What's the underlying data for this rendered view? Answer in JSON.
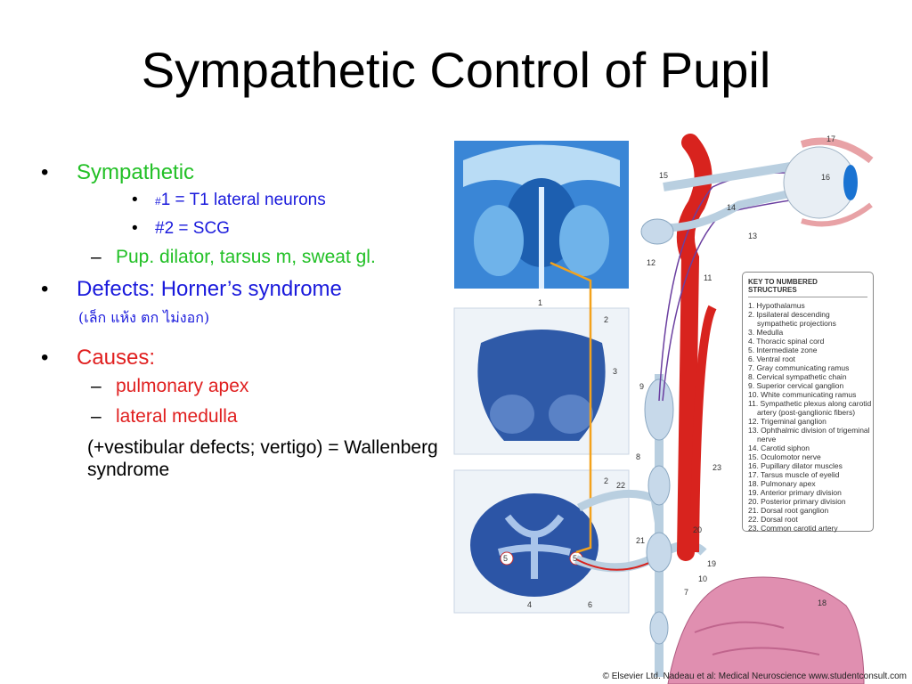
{
  "slide": {
    "title": "Sympathetic Control of Pupil"
  },
  "bullets": {
    "sympathetic": {
      "label": "Sympathetic",
      "sub1_marker": "#",
      "sub1_text": "1 = T1 lateral neurons",
      "sub2_text": "#2 = SCG",
      "dash1": "Pup. dilator, tarsus m, sweat gl."
    },
    "defects": {
      "label": "Defects: Horner’s syndrome",
      "thai_note": "(เล็ก แห้ง ตก ไม่งอก)"
    },
    "causes": {
      "label": "Causes:",
      "dash1": "pulmonary apex",
      "dash2": "lateral medulla",
      "note": "(+vestibular defects; vertigo) = Wallenberg syndrome"
    },
    "dot_glyph": "•",
    "dash_glyph": "–"
  },
  "figure": {
    "key_title": "KEY TO NUMBERED STRUCTURES",
    "key_items": [
      "1. Hypothalamus",
      "2. Ipsilateral descending",
      "   sympathetic projections",
      "3. Medulla",
      "4. Thoracic spinal cord",
      "5. Intermediate zone",
      "6. Ventral root",
      "7. Gray communicating ramus",
      "8. Cervical sympathetic chain",
      "9. Superior cervical ganglion",
      "10. White communicating ramus",
      "11. Sympathetic plexus along carotid",
      "    artery (post-ganglionic fibers)",
      "12. Trigeminal ganglion",
      "13. Ophthalmic division of trigeminal",
      "    nerve",
      "14. Carotid siphon",
      "15. Oculomotor nerve",
      "16. Pupillary dilator muscles",
      "17. Tarsus muscle of eyelid",
      "18. Pulmonary apex",
      "19. Anterior primary division",
      "20. Posterior primary division",
      "21. Dorsal root ganglion",
      "22. Dorsal root",
      "23. Common carotid artery"
    ],
    "numbers": [
      "1",
      "2",
      "3",
      "2",
      "22",
      "4",
      "6",
      "5",
      "5",
      "7",
      "8",
      "9",
      "10",
      "11",
      "12",
      "13",
      "14",
      "15",
      "16",
      "17",
      "18",
      "19",
      "20",
      "21",
      "23"
    ],
    "copyright": "© Elsevier Ltd. Nadeau et al: Medical Neuroscience www.studentconsult.com"
  },
  "colors": {
    "green": "#22c026",
    "blue": "#1a1adc",
    "red": "#e02020",
    "artery": "#d8231e",
    "nerve": "#b9cfe0",
    "tissue": "#2a4fa8"
  }
}
